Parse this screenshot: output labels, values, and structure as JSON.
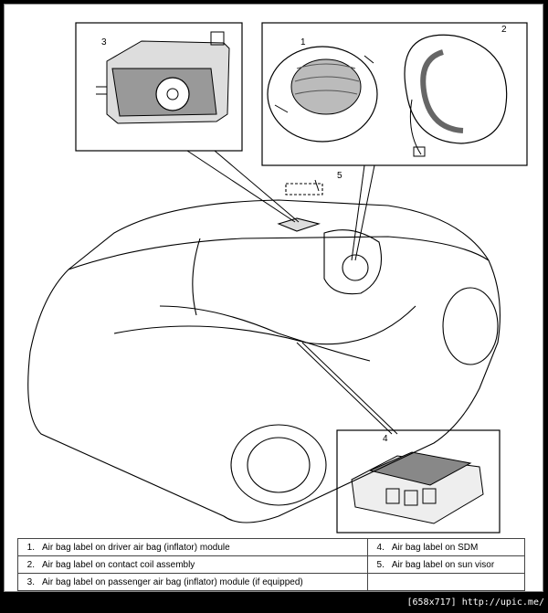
{
  "callouts": {
    "c1": "1",
    "c2": "2",
    "c3": "3",
    "c4": "4",
    "c5": "5"
  },
  "legend": {
    "r1_left_num": "1.",
    "r1_left_text": "Air bag label on driver air bag (inflator) module",
    "r1_right_num": "4.",
    "r1_right_text": "Air bag label on SDM",
    "r2_left_num": "2.",
    "r2_left_text": "Air bag label on contact coil assembly",
    "r2_right_num": "5.",
    "r2_right_text": "Air bag label on sun visor",
    "r3_left_num": "3.",
    "r3_left_text": "Air bag label on passenger air bag (inflator) module (if equipped)"
  },
  "watermark": "[658x717] http://upic.me/"
}
